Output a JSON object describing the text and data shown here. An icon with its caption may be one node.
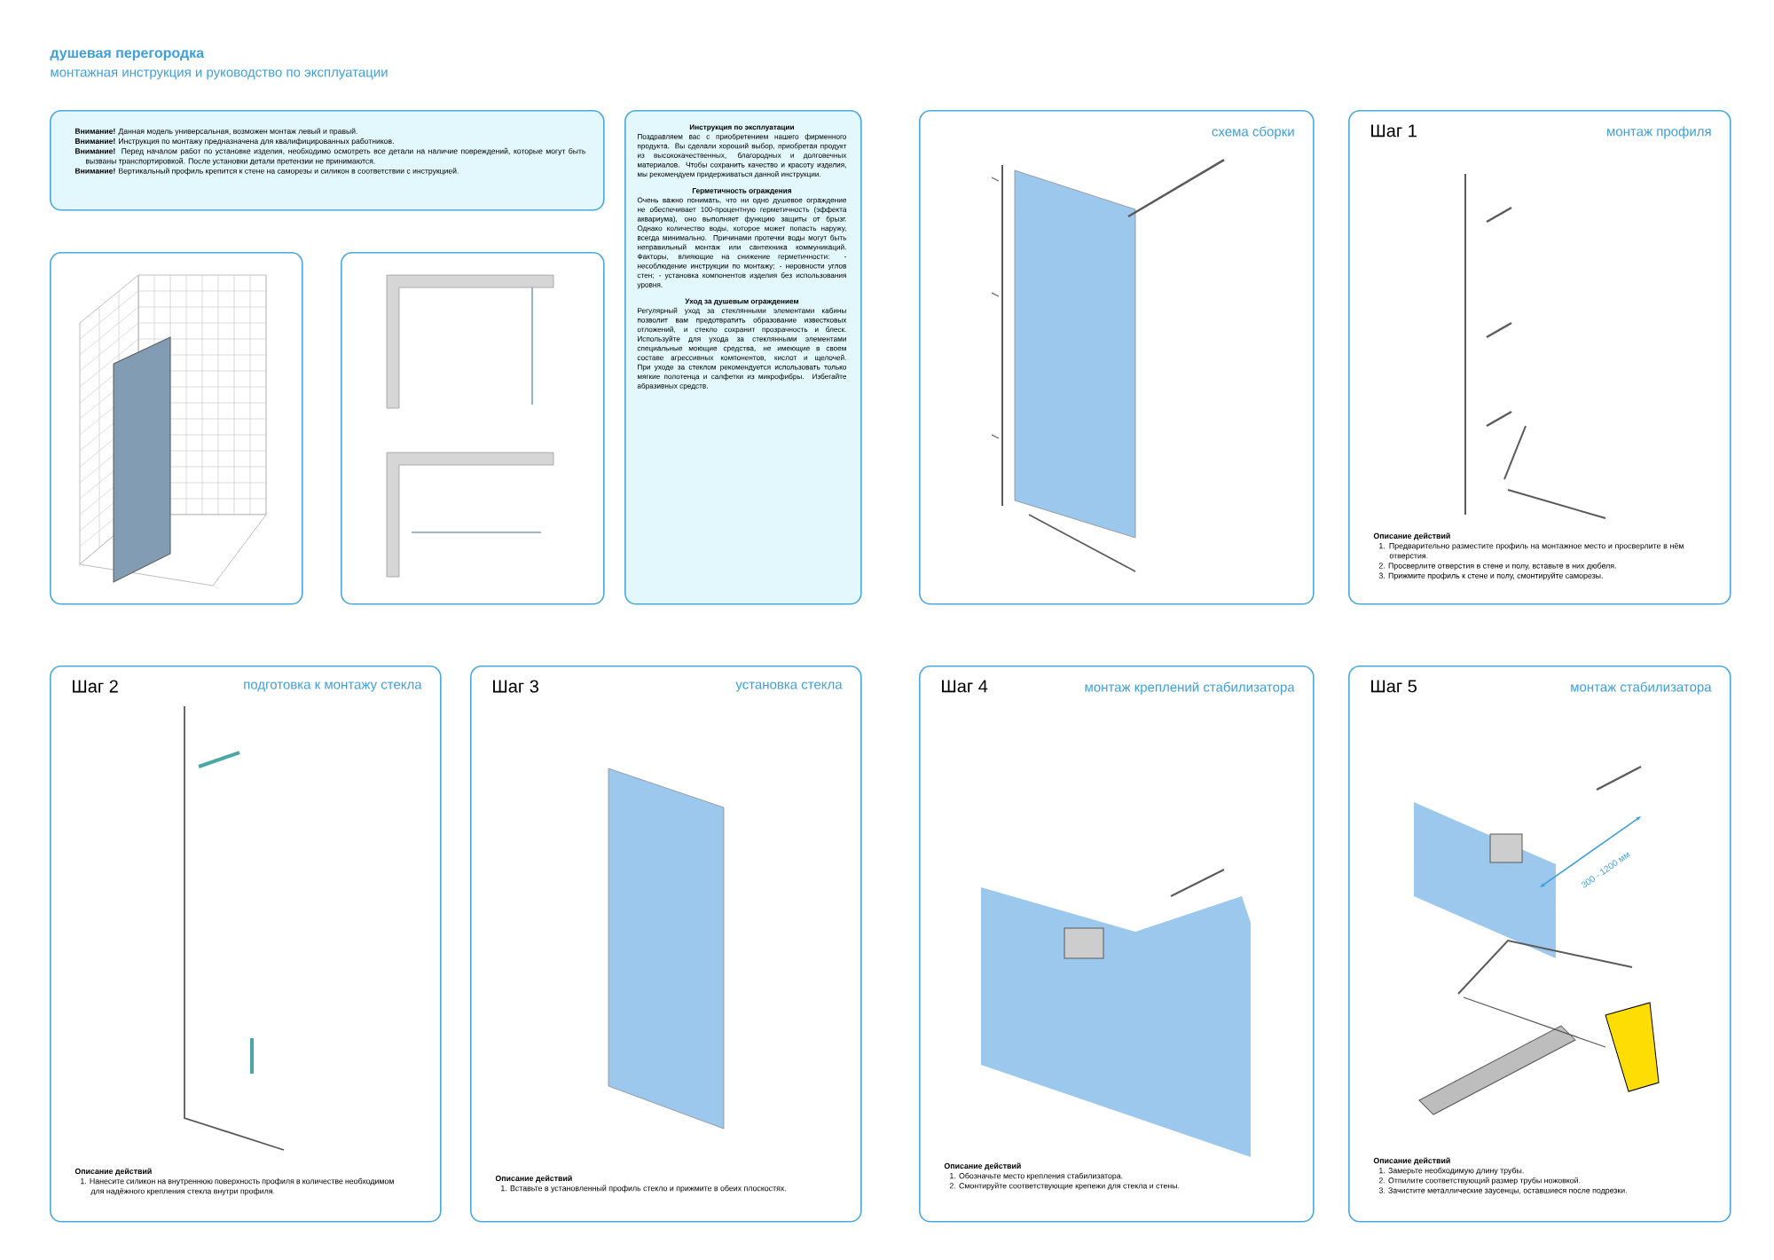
{
  "diagram": {
    "title": "душевая перегородка",
    "labels": [
      "монтажная инструкция и руководство по эксплуатации",
      "300 - 1200 мм"
    ],
    "nodes": [
      {
        "text": [
          "**Внимание!** Данная модель универсальная, возможен монтаж левый и правый.",
          "**Внимание!** Инструкция по монтажу предназначена для квалифицированных работников.",
          "**Внимание!** Перед началом работ по установке изделия, необходимо осмотреть все детали на наличие повреждений, которые могут быть вызваны транспортировкой. После установки детали претензии не принимаются.",
          "**Внимание!** Вертикальный профиль крепится к стене на саморезы и силикон в соответствии с инструкцией."
        ]
      },
      {
        "text": [],
        "shape": "box"
      },
      {
        "text": [],
        "shape": "box"
      },
      {
        "text": [
          "Инструкция по эксплуатации",
          "Поздравляем вас с приобретением нашего фирменного продукта. Вы сделали хороший выбор, приобретая продукт из высококачественных, благородных и долговечных материалов. Чтобы сохранить качество и красоту изделия, мы рекомендуем придерживаться данной инструкции.",
          "Герметичность ограждения",
          "Очень важно понимать, что ни одно душевое ограждение не обеспечивает 100-процентную герметичность (эффекта аквариума), оно выполняет функцию защиты от брызг. Однако количество воды, которое может попасть наружу, всегда минимально. Причинами протечки воды могут быть неправильный монтаж или сантехника коммуникаций. Факторы, влияющие на снижение герметичности: - несоблюдение инструкции по монтажу; - неровности углов стен; - установка компонентов изделия без использования уровня.",
          "Уход за душевым ограждением",
          "Регулярный уход за стеклянными элементами кабины позволит вам предотвратить образование известковых отложений, и стекло сохранит прозрачность и блеск. Используйте для ухода за стеклянными элементами специальные моющие средства, не имеющие в своем составе агрессивных компонентов, кислот и щелочей. При уходе за стеклом рекомендуется использовать только мягкие полотенца и салфетки из микрофибры. Избегайте абразивных средств."
        ]
      },
      {
        "text": [
          "схема сборки"
        ]
      },
      {
        "text": [
          "Шаг 1",
          "монтаж профиля",
          "Описание действий",
          "1. Предварительно разместите профиль на монтажное место и просверлите в нём отверстия.",
          "2. Просверлите отверстия в стене и полу, вставьте в них дюбеля.",
          "3. Прижмите профиль к стене и полу, смонтируйте саморезы."
        ]
      },
      {
        "text": [
          "Шаг 2",
          "подготовка к монтажу стекла",
          "Описание действий",
          "1. Нанесите силикон на внутреннюю поверхность профиля в количестве необходимом для надёжного крепления стекла внутри профиля."
        ]
      },
      {
        "text": [
          "Шаг 3",
          "установка стекла",
          "Описание действий",
          "1. Вставьте в установленный профиль стекло и прижмите в обеих плоскостях."
        ]
      },
      {
        "text": [
          "Шаг 4",
          "монтаж креплений стабилизатора",
          "Описание действий",
          "1. Обозначьте место крепления стабилизатора.",
          "2. Смонтируйте соответствующие крепежи для стекла и стены."
        ]
      },
      {
        "text": [
          "Шаг 5",
          "монтаж стабилизатора",
          "Описание действий",
          "1. Замерьте необходимую длину трубы.",
          "2. Отпилите соответствующий размер трубы ножовкой.",
          "3. Зачистите металлические заусенцы, оставшиеся после подрезки."
        ]
      }
    ]
  }
}
